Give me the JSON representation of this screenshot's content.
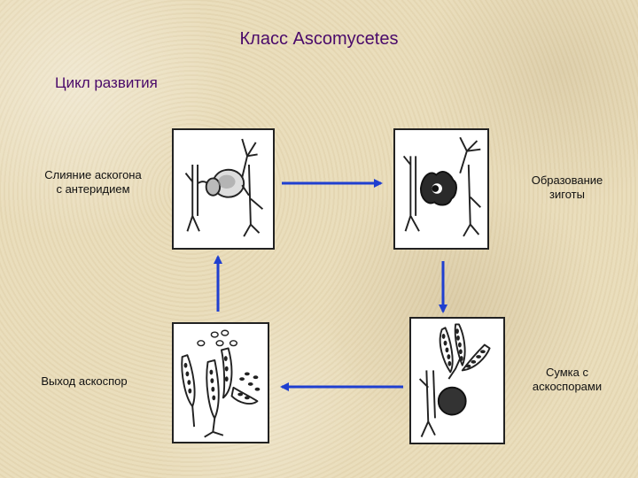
{
  "title": "Класс Ascomycetes",
  "subtitle": "Цикл развития",
  "stages": {
    "fusion": "Слияние аскогона\nс антеридием",
    "zygote": "Образование\nзиготы",
    "ascus": "Сумка с\nаскоспорами",
    "release": "Выход аскоспор"
  },
  "colors": {
    "arrow": "#1f3fd0",
    "heading": "#4a0a6a"
  }
}
